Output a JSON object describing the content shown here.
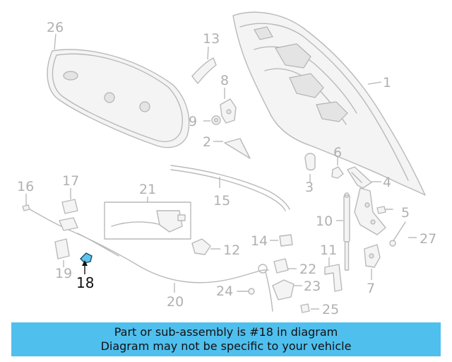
{
  "diagram": {
    "callouts": [
      "1",
      "2",
      "3",
      "4",
      "5",
      "6",
      "7",
      "8",
      "9",
      "10",
      "11",
      "12",
      "13",
      "14",
      "15",
      "16",
      "17",
      "18",
      "19",
      "20",
      "21",
      "22",
      "23",
      "24",
      "25",
      "26",
      "27"
    ],
    "highlighted_part": "18"
  },
  "banner": {
    "line1": "Part or sub-assembly is #18 in diagram",
    "line2": "Diagram may not be specific to your vehicle"
  },
  "colors": {
    "banner_background": "#4fbfee",
    "highlight_part": "#5cc4ea",
    "line_art": "#b9b9b9"
  }
}
